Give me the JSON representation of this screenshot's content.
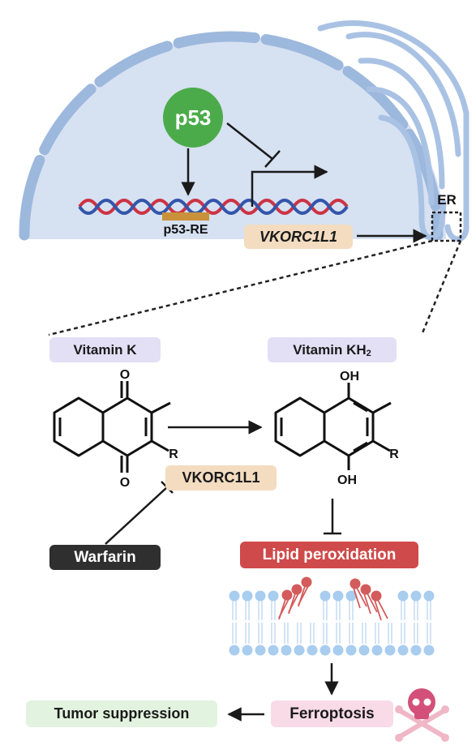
{
  "nodes": {
    "p53": "p53",
    "p53_re": "p53-RE",
    "vkorc1l1_gene": "VKORC1L1",
    "er": "ER",
    "vitamin_k": "Vitamin K",
    "vitamin_kh2_base": "Vitamin KH",
    "vitamin_kh2_sub": "2",
    "vkorc1l1_protein": "VKORC1L1",
    "warfarin": "Warfarin",
    "lipid_peroxidation": "Lipid peroxidation",
    "ferroptosis": "Ferroptosis",
    "tumor_suppression": "Tumor suppression"
  },
  "chem": {
    "o_top": "O",
    "o_bottom": "O",
    "r_left": "R",
    "oh_top": "OH",
    "oh_bottom": "OH",
    "r_right": "R"
  },
  "colors": {
    "nucleus_fill": "#d6e1f2",
    "nucleus_membrane": "#9db8dd",
    "p53_green": "#4bab4a",
    "dna_red": "#cc3344",
    "dna_blue": "#3355aa",
    "p53_re_bar": "#c9923a",
    "lipid_blue": "#a9cdef",
    "lipid_red": "#d45b5b",
    "skull_pink": "#d3507a"
  },
  "icons": [
    "skull-crossbones-icon"
  ]
}
